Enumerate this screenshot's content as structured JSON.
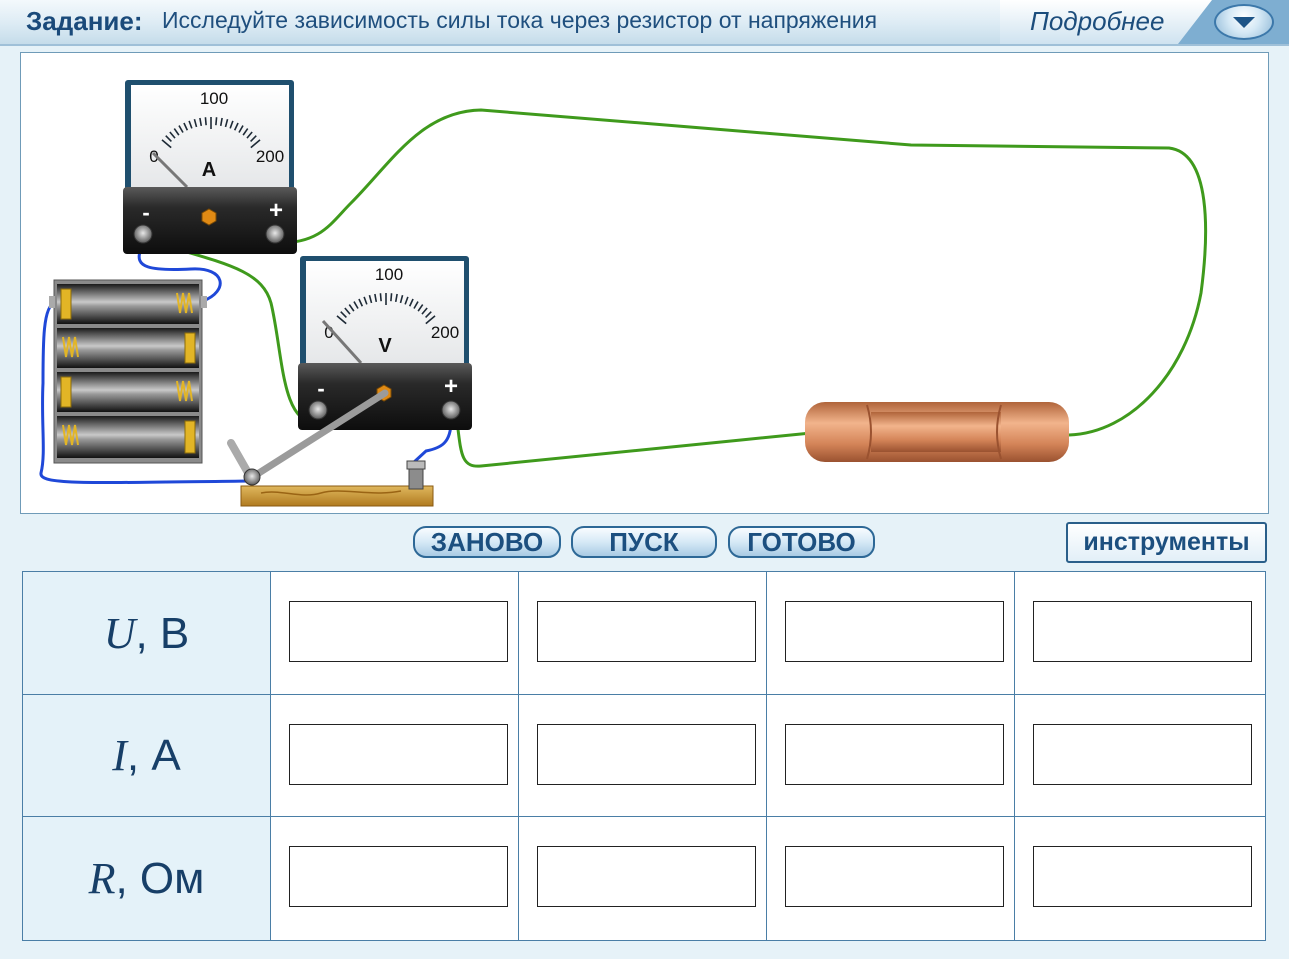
{
  "header": {
    "task_label": "Задание:",
    "task_text": "Исследуйте зависимость силы тока через резистор от напряжения",
    "details_label": "Подробнее"
  },
  "ammeter": {
    "scale_min": "0",
    "scale_mid": "100",
    "scale_max": "200",
    "unit": "A",
    "minus": "-",
    "plus": "+"
  },
  "voltmeter": {
    "scale_min": "0",
    "scale_mid": "100",
    "scale_max": "200",
    "unit": "V",
    "minus": "-",
    "plus": "+"
  },
  "buttons": {
    "restart": "ЗАНОВО",
    "start": "ПУСК",
    "done": "ГОТОВО",
    "tools": "инструменты"
  },
  "table": {
    "rows": [
      {
        "symbol": "U",
        "unit": ", В",
        "values": [
          "",
          "",
          "",
          ""
        ]
      },
      {
        "symbol": "I",
        "unit": ", А",
        "values": [
          "",
          "",
          "",
          ""
        ]
      },
      {
        "symbol": "R",
        "unit": ", Ом",
        "values": [
          "",
          "",
          "",
          ""
        ]
      }
    ]
  },
  "colors": {
    "wire_green": "#3f9a1c",
    "wire_blue": "#1f48d8",
    "accent": "#1c4f7f"
  }
}
